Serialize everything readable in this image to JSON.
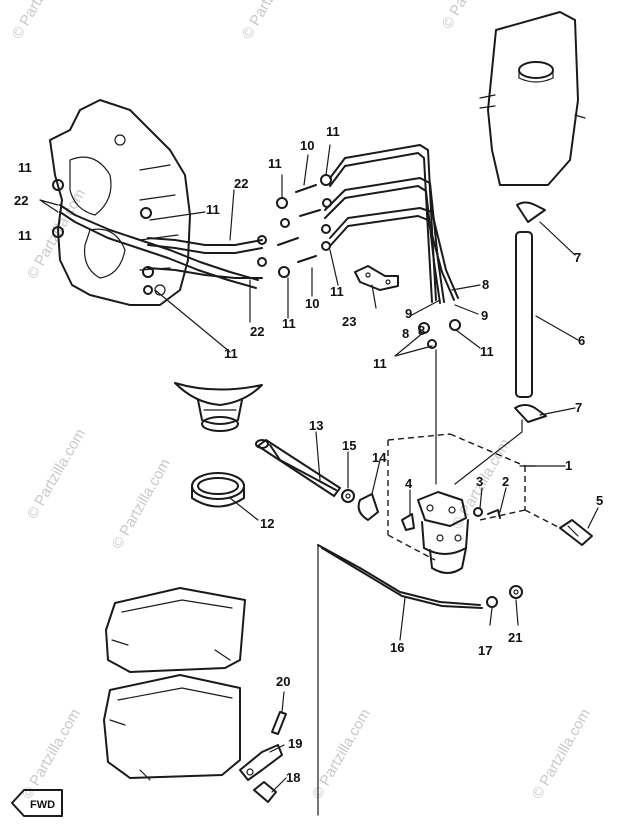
{
  "watermark": "© Partzilla.com",
  "fwd_label": "FWD",
  "callouts": [
    {
      "id": "c1",
      "text": "1"
    },
    {
      "id": "c2",
      "text": "2"
    },
    {
      "id": "c3",
      "text": "3"
    },
    {
      "id": "c4",
      "text": "4"
    },
    {
      "id": "c5",
      "text": "5"
    },
    {
      "id": "c6",
      "text": "6"
    },
    {
      "id": "c7a",
      "text": "7"
    },
    {
      "id": "c7b",
      "text": "7"
    },
    {
      "id": "c8a",
      "text": "8"
    },
    {
      "id": "c8b",
      "text": "8"
    },
    {
      "id": "c8c",
      "text": "8"
    },
    {
      "id": "c9a",
      "text": "9"
    },
    {
      "id": "c9b",
      "text": "9"
    },
    {
      "id": "c10a",
      "text": "10"
    },
    {
      "id": "c10b",
      "text": "10"
    },
    {
      "id": "c11a",
      "text": "11"
    },
    {
      "id": "c11b",
      "text": "11"
    },
    {
      "id": "c11c",
      "text": "11"
    },
    {
      "id": "c11d",
      "text": "11"
    },
    {
      "id": "c11e",
      "text": "11"
    },
    {
      "id": "c11f",
      "text": "11"
    },
    {
      "id": "c11g",
      "text": "11"
    },
    {
      "id": "c11h",
      "text": "11"
    },
    {
      "id": "c11i",
      "text": "11"
    },
    {
      "id": "c11j",
      "text": "11"
    },
    {
      "id": "c12",
      "text": "12"
    },
    {
      "id": "c13",
      "text": "13"
    },
    {
      "id": "c14",
      "text": "14"
    },
    {
      "id": "c15",
      "text": "15"
    },
    {
      "id": "c16",
      "text": "16"
    },
    {
      "id": "c17",
      "text": "17"
    },
    {
      "id": "c18",
      "text": "18"
    },
    {
      "id": "c19",
      "text": "19"
    },
    {
      "id": "c20",
      "text": "20"
    },
    {
      "id": "c21",
      "text": "21"
    },
    {
      "id": "c22a",
      "text": "22"
    },
    {
      "id": "c22b",
      "text": "22"
    },
    {
      "id": "c22c",
      "text": "22"
    },
    {
      "id": "c23",
      "text": "23"
    }
  ]
}
